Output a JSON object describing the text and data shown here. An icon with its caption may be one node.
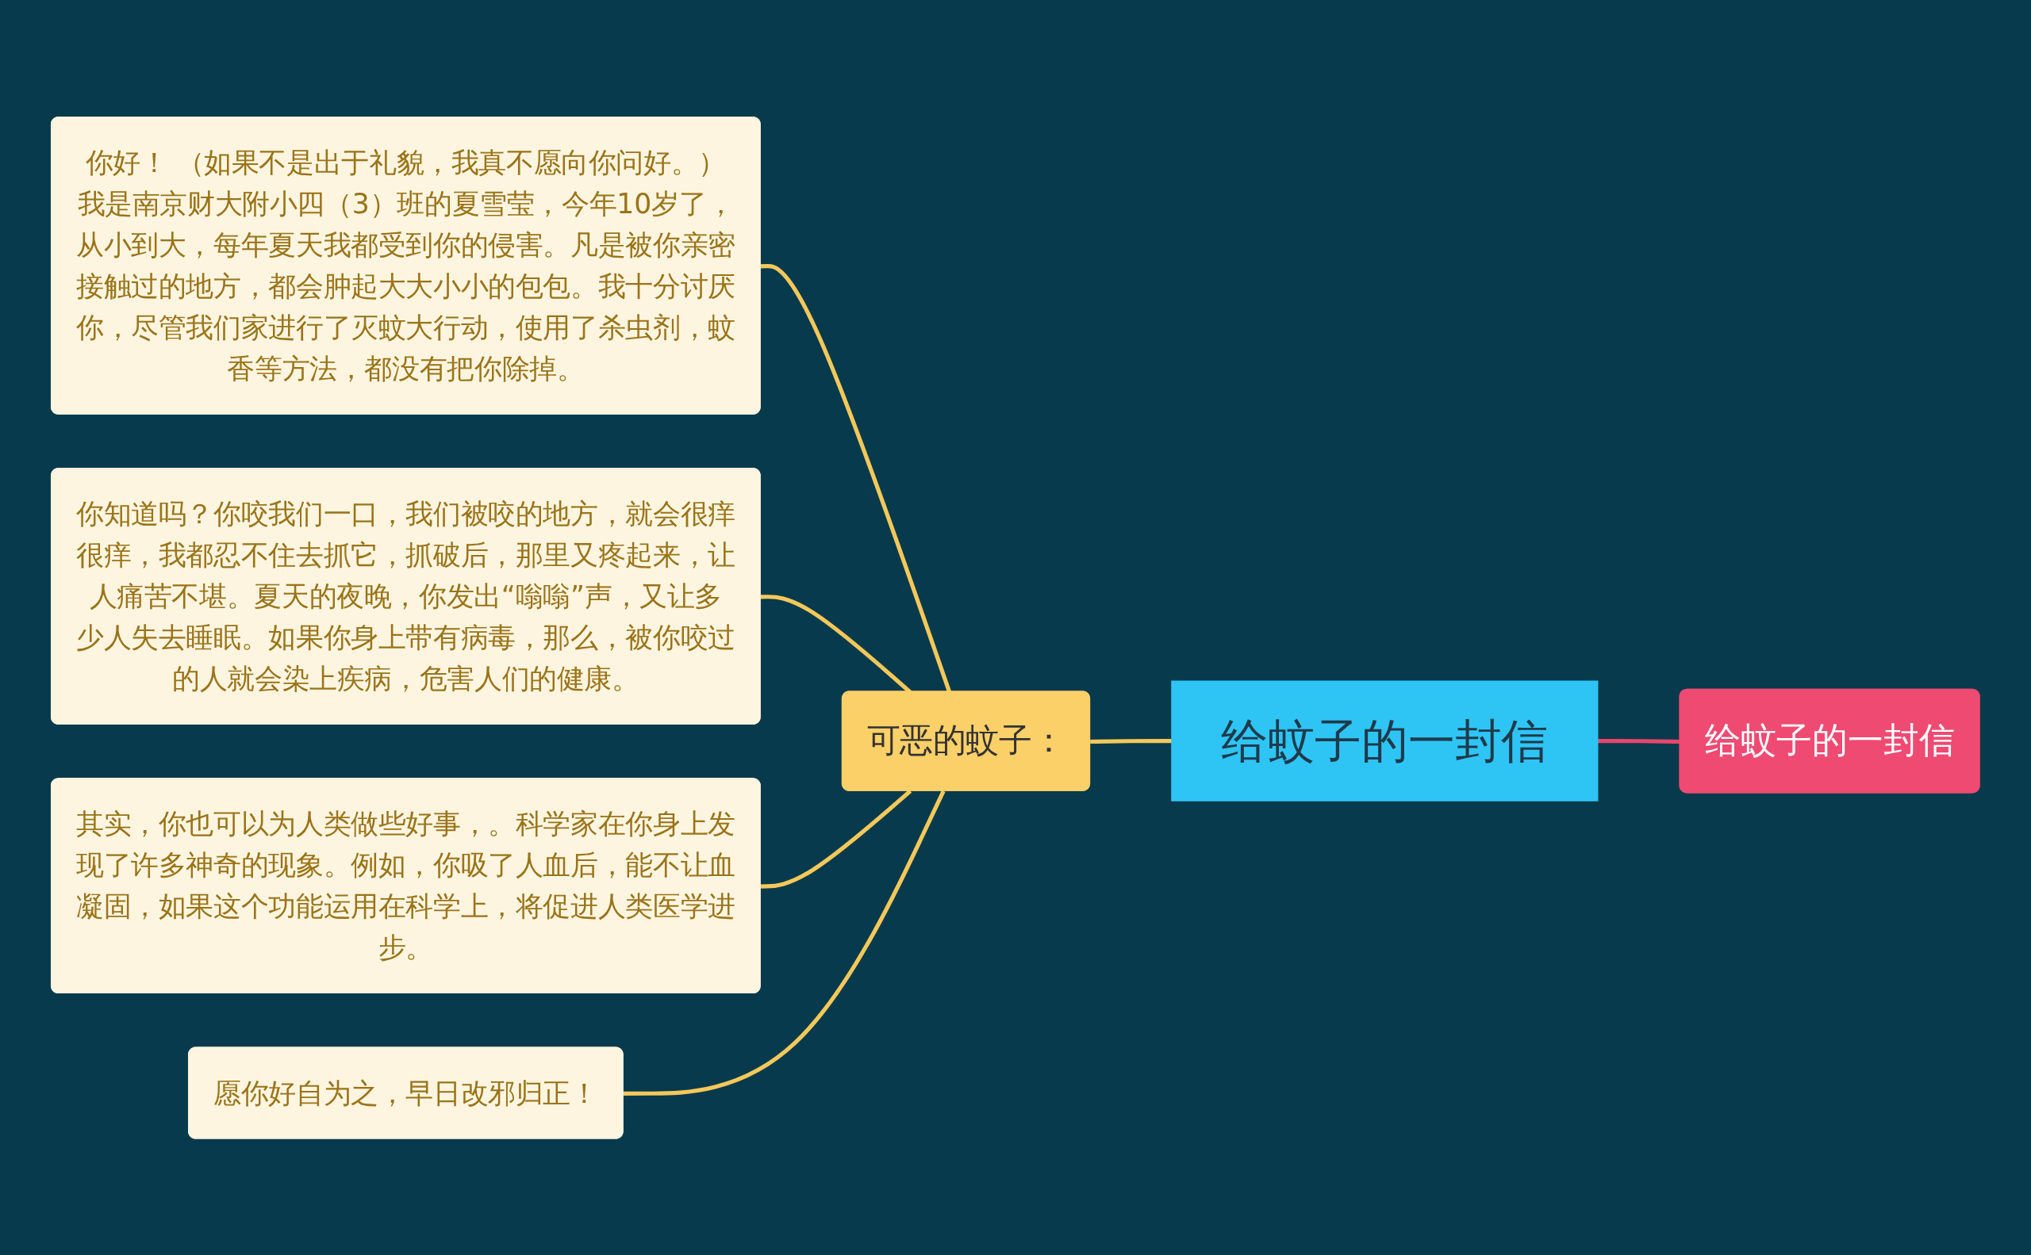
{
  "diagram": {
    "nodes": [
      {
        "text": [
          "给蚊子的一封信"
        ]
      },
      {
        "text": [
          "可恶的蚊子："
        ]
      },
      {
        "text": [
          "给蚊子的一封信"
        ]
      },
      {
        "text": [
          "你好！ （如果不是出于礼貌，我真不愿向你问好。）我是南京财大附小四（3）班的夏雪莹，今年10岁了，从小到大，每年夏天我都受到你的侵害。凡是被你亲密接触过的地方，都会肿起大大小小的包包。我十分讨厌你，尽管我们家进行了灭蚊大行动，使用了杀虫剂，蚊香等方法，都没有把你除掉。"
        ]
      },
      {
        "text": [
          "你知道吗？你咬我们一口，我们被咬的地方，就会很痒很痒，我都忍不住去抓它，抓破后，那里又疼起来，让人痛苦不堪。夏天的夜晚，你发出“嗡嗡”声，又让多少人失去睡眠。如果你身上带有病毒，那么，被你咬过的人就会染上疾病，危害人们的健康。"
        ]
      },
      {
        "text": [
          "其实，你也可以为人类做些好事，。科学家在你身上发现了许多神奇的现象。例如，你吸了人血后，能不让血凝固，如果这个功能运用在科学上，将促进人类医学进步。"
        ]
      },
      {
        "text": [
          "愿你好自为之，早日改邪归正！"
        ]
      }
    ],
    "edges": [
      {
        "from": 2,
        "to": 0,
        "arrow": "none",
        "color": "#e8466d"
      },
      {
        "from": 0,
        "to": 1,
        "arrow": "none"
      },
      {
        "from": 1,
        "to": 3,
        "arrow": "none"
      },
      {
        "from": 1,
        "to": 4,
        "arrow": "none"
      },
      {
        "from": 1,
        "to": 5,
        "arrow": "none"
      },
      {
        "from": 1,
        "to": 6,
        "arrow": "none"
      }
    ]
  }
}
